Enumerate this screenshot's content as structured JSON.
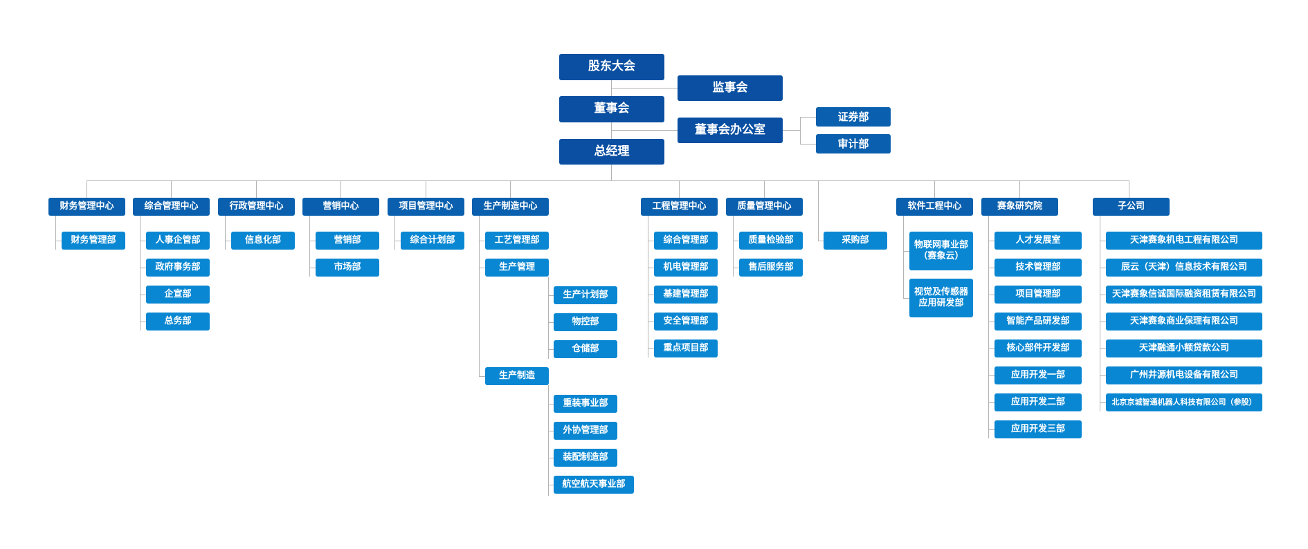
{
  "top": {
    "shareholders": "股东大会",
    "supervisors": "监事会",
    "board": "董事会",
    "board_office": "董事会办公室",
    "securities": "证券部",
    "audit": "审计部",
    "gm": "总经理"
  },
  "centers": [
    {
      "name": "财务管理中心",
      "children": [
        "财务管理部"
      ]
    },
    {
      "name": "综合管理中心",
      "children": [
        "人事企管部",
        "政府事务部",
        "企宣部",
        "总务部"
      ]
    },
    {
      "name": "行政管理中心",
      "children": [
        "信息化部"
      ]
    },
    {
      "name": "营销中心",
      "children": [
        "营销部",
        "市场部"
      ]
    },
    {
      "name": "项目管理中心",
      "children": [
        "综合计划部"
      ]
    },
    {
      "name": "生产制造中心",
      "children": [
        "工艺管理部",
        "生产管理",
        "生产制造"
      ],
      "production_management": [
        "生产计划部",
        "物控部",
        "仓储部"
      ],
      "production_manufacturing": [
        "重装事业部",
        "外协管理部",
        "装配制造部",
        "航空航天事业部"
      ]
    },
    {
      "name": "工程管理中心",
      "children": [
        "综合管理部",
        "机电管理部",
        "基建管理部",
        "安全管理部",
        "重点项目部"
      ]
    },
    {
      "name": "质量管理中心",
      "children": [
        "质量检验部",
        "售后服务部"
      ]
    },
    {
      "name": "",
      "children": [
        "采购部"
      ]
    },
    {
      "name": "软件工程中心",
      "children": [
        "物联网事业部\n（赛象云）",
        "视觉及传感器\n应用研发部"
      ]
    },
    {
      "name": "赛象研究院",
      "children": [
        "人才发展室",
        "技术管理部",
        "项目管理部",
        "智能产品研发部",
        "核心部件开发部",
        "应用开发一部",
        "应用开发二部",
        "应用开发三部"
      ]
    },
    {
      "name": "子公司",
      "children": [
        "天津赛象机电工程有限公司",
        "辰云（天津）信息技术有限公司",
        "天津赛象信诚国际融资租赁有限公司",
        "天津赛象商业保理有限公司",
        "天津融通小额贷款公司",
        "广州井源机电设备有限公司",
        "北京京城智通机器人科技有限公司（参股）"
      ]
    }
  ],
  "colors": {
    "level0": "#0a4fa1",
    "level1": "#0a60ae",
    "level2": "#0a87d2",
    "connector": "#b3b3b3"
  }
}
